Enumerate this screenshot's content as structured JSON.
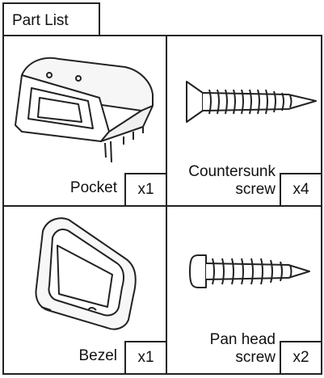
{
  "header": {
    "title": "Part List"
  },
  "parts": [
    {
      "name": "Pocket",
      "qty": "x1",
      "icon": "pocket-icon"
    },
    {
      "name_line1": "Countersunk",
      "name_line2": "screw",
      "qty": "x4",
      "icon": "countersunk-screw-icon"
    },
    {
      "name": "Bezel",
      "qty": "x1",
      "icon": "bezel-icon"
    },
    {
      "name_line1": "Pan head",
      "name_line2": "screw",
      "qty": "x2",
      "icon": "pan-head-screw-icon"
    }
  ]
}
